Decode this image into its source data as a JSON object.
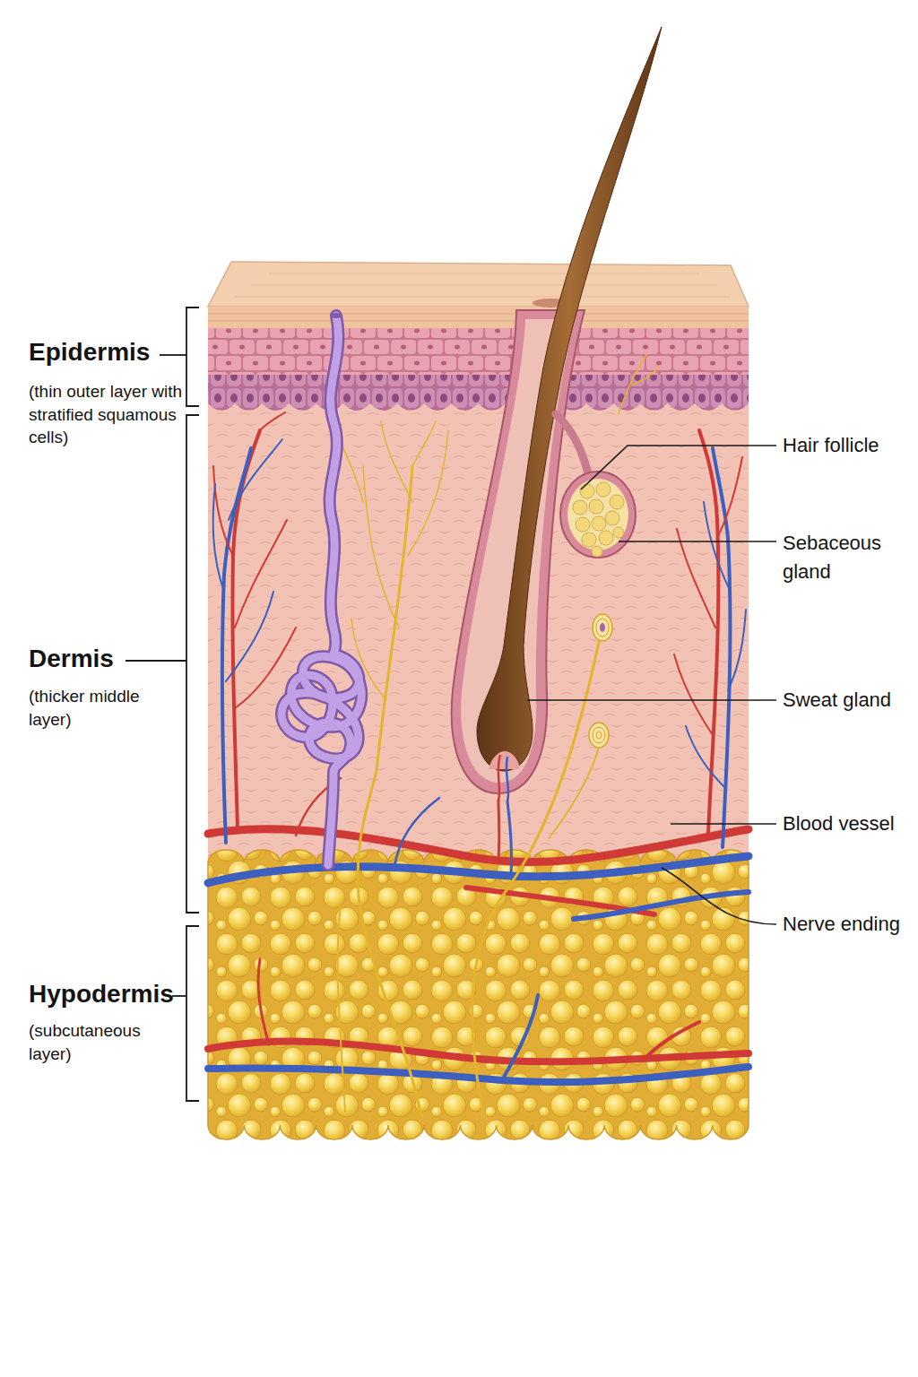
{
  "diagram": {
    "labels": [
      "Epidermis",
      "(thin outer layer with stratified squamous cells)",
      "Dermis",
      "(thicker middle layer)",
      "Hypodermis",
      "(subcutaneous layer)",
      "Hair follicle",
      "Sebaceous gland",
      "Sweat gland",
      "Blood vessel",
      "Nerve ending"
    ]
  }
}
